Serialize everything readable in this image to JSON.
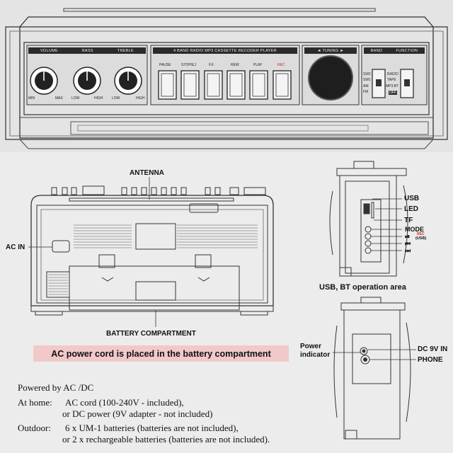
{
  "top_panel": {
    "knob_section": {
      "labels": [
        "VOLUME",
        "BASS",
        "TREBLE"
      ],
      "scale": [
        "MIN",
        "MAX",
        "LOW",
        "HIGH",
        "LOW",
        "HIGH"
      ]
    },
    "cassette_section": {
      "title": "4 BAND RADIO MP3 CASSETTE RECODER PLAYER",
      "buttons": [
        "PAUSE",
        "STOP/EJ.",
        "F.F.",
        "REW",
        "PLAY",
        "REC"
      ]
    },
    "tuning_label": "◄ TUNING ►",
    "band_section": {
      "band_title": "BAND",
      "function_title": "FUNCTION",
      "band_options": [
        "SW2",
        "SW1",
        "AM",
        "FM"
      ],
      "function_options": [
        "RADIO",
        "TAPE",
        "MP3.BT",
        "OFF"
      ]
    }
  },
  "labels": {
    "antenna": "ANTENNA",
    "ac_in": "AC IN",
    "battery_compartment": "BATTERY COMPARTMENT",
    "usb": "USB",
    "led": "LED",
    "tf": "TF",
    "mode": "MODE",
    "play_pause": "⏯",
    "rec_small": "REC",
    "usb_small": "(USB)",
    "prev": "⏮",
    "next": "⏭",
    "usb_bt_area": "USB, BT operation area",
    "power_indicator_1": "Power",
    "power_indicator_2": "indicator",
    "dc_in": "DC 9V IN",
    "phone": "PHONE"
  },
  "note": "AC power cord is placed in the battery compartment",
  "power_text": {
    "heading": "Powered by AC /DC",
    "home_label": "At home:",
    "home_line1": "AC cord (100-240V - included),",
    "home_line2": "or DC power (9V adapter - not included)",
    "outdoor_label": "Outdoor:",
    "outdoor_line1": "6 x UM-1 batteries (batteries are not included),",
    "outdoor_line2": "or 2 x rechargeable batteries (batteries are not included)."
  }
}
